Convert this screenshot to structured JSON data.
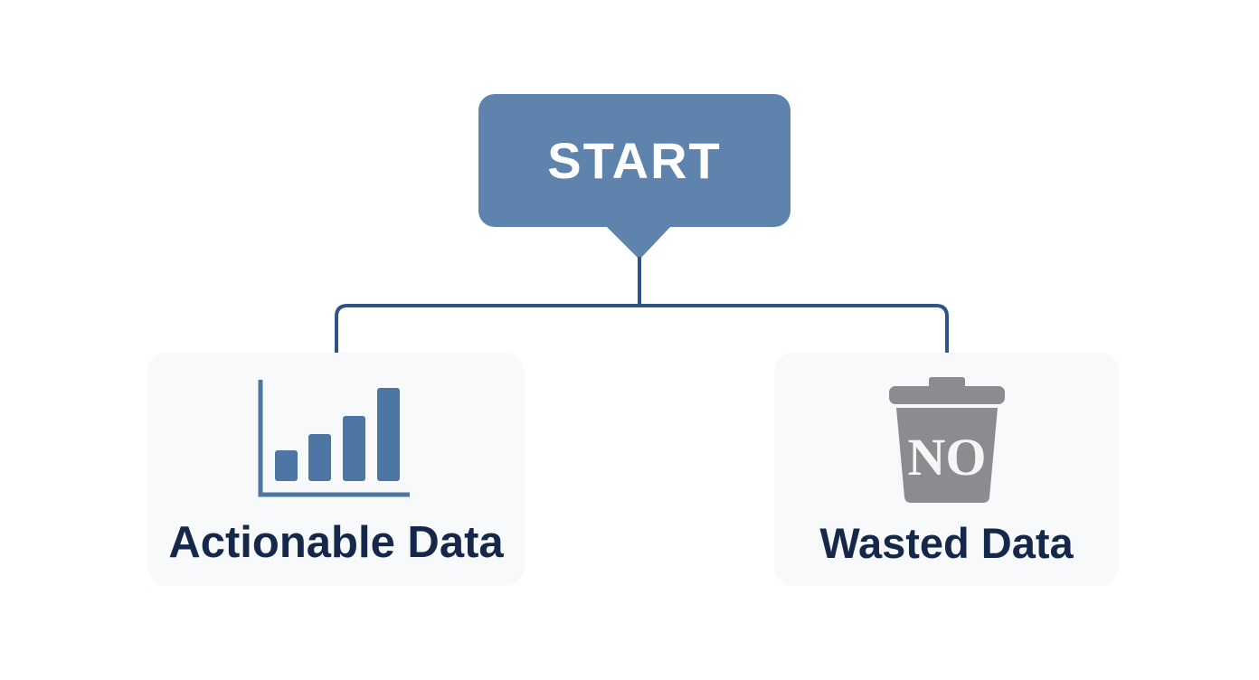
{
  "start": {
    "label": "START"
  },
  "branches": [
    {
      "label": "Actionable Data",
      "icon": "bar-chart-icon"
    },
    {
      "label": "Wasted Data",
      "icon": "trash-bin-icon",
      "icon_text": "NO"
    }
  ],
  "colors": {
    "start_fill": "#5e84ae",
    "connector": "#2d5487",
    "bar_fill": "#4d76a4",
    "trash_fill": "#8a8c90",
    "label_text": "#15284a",
    "card_fill": "#f8f9fa"
  }
}
